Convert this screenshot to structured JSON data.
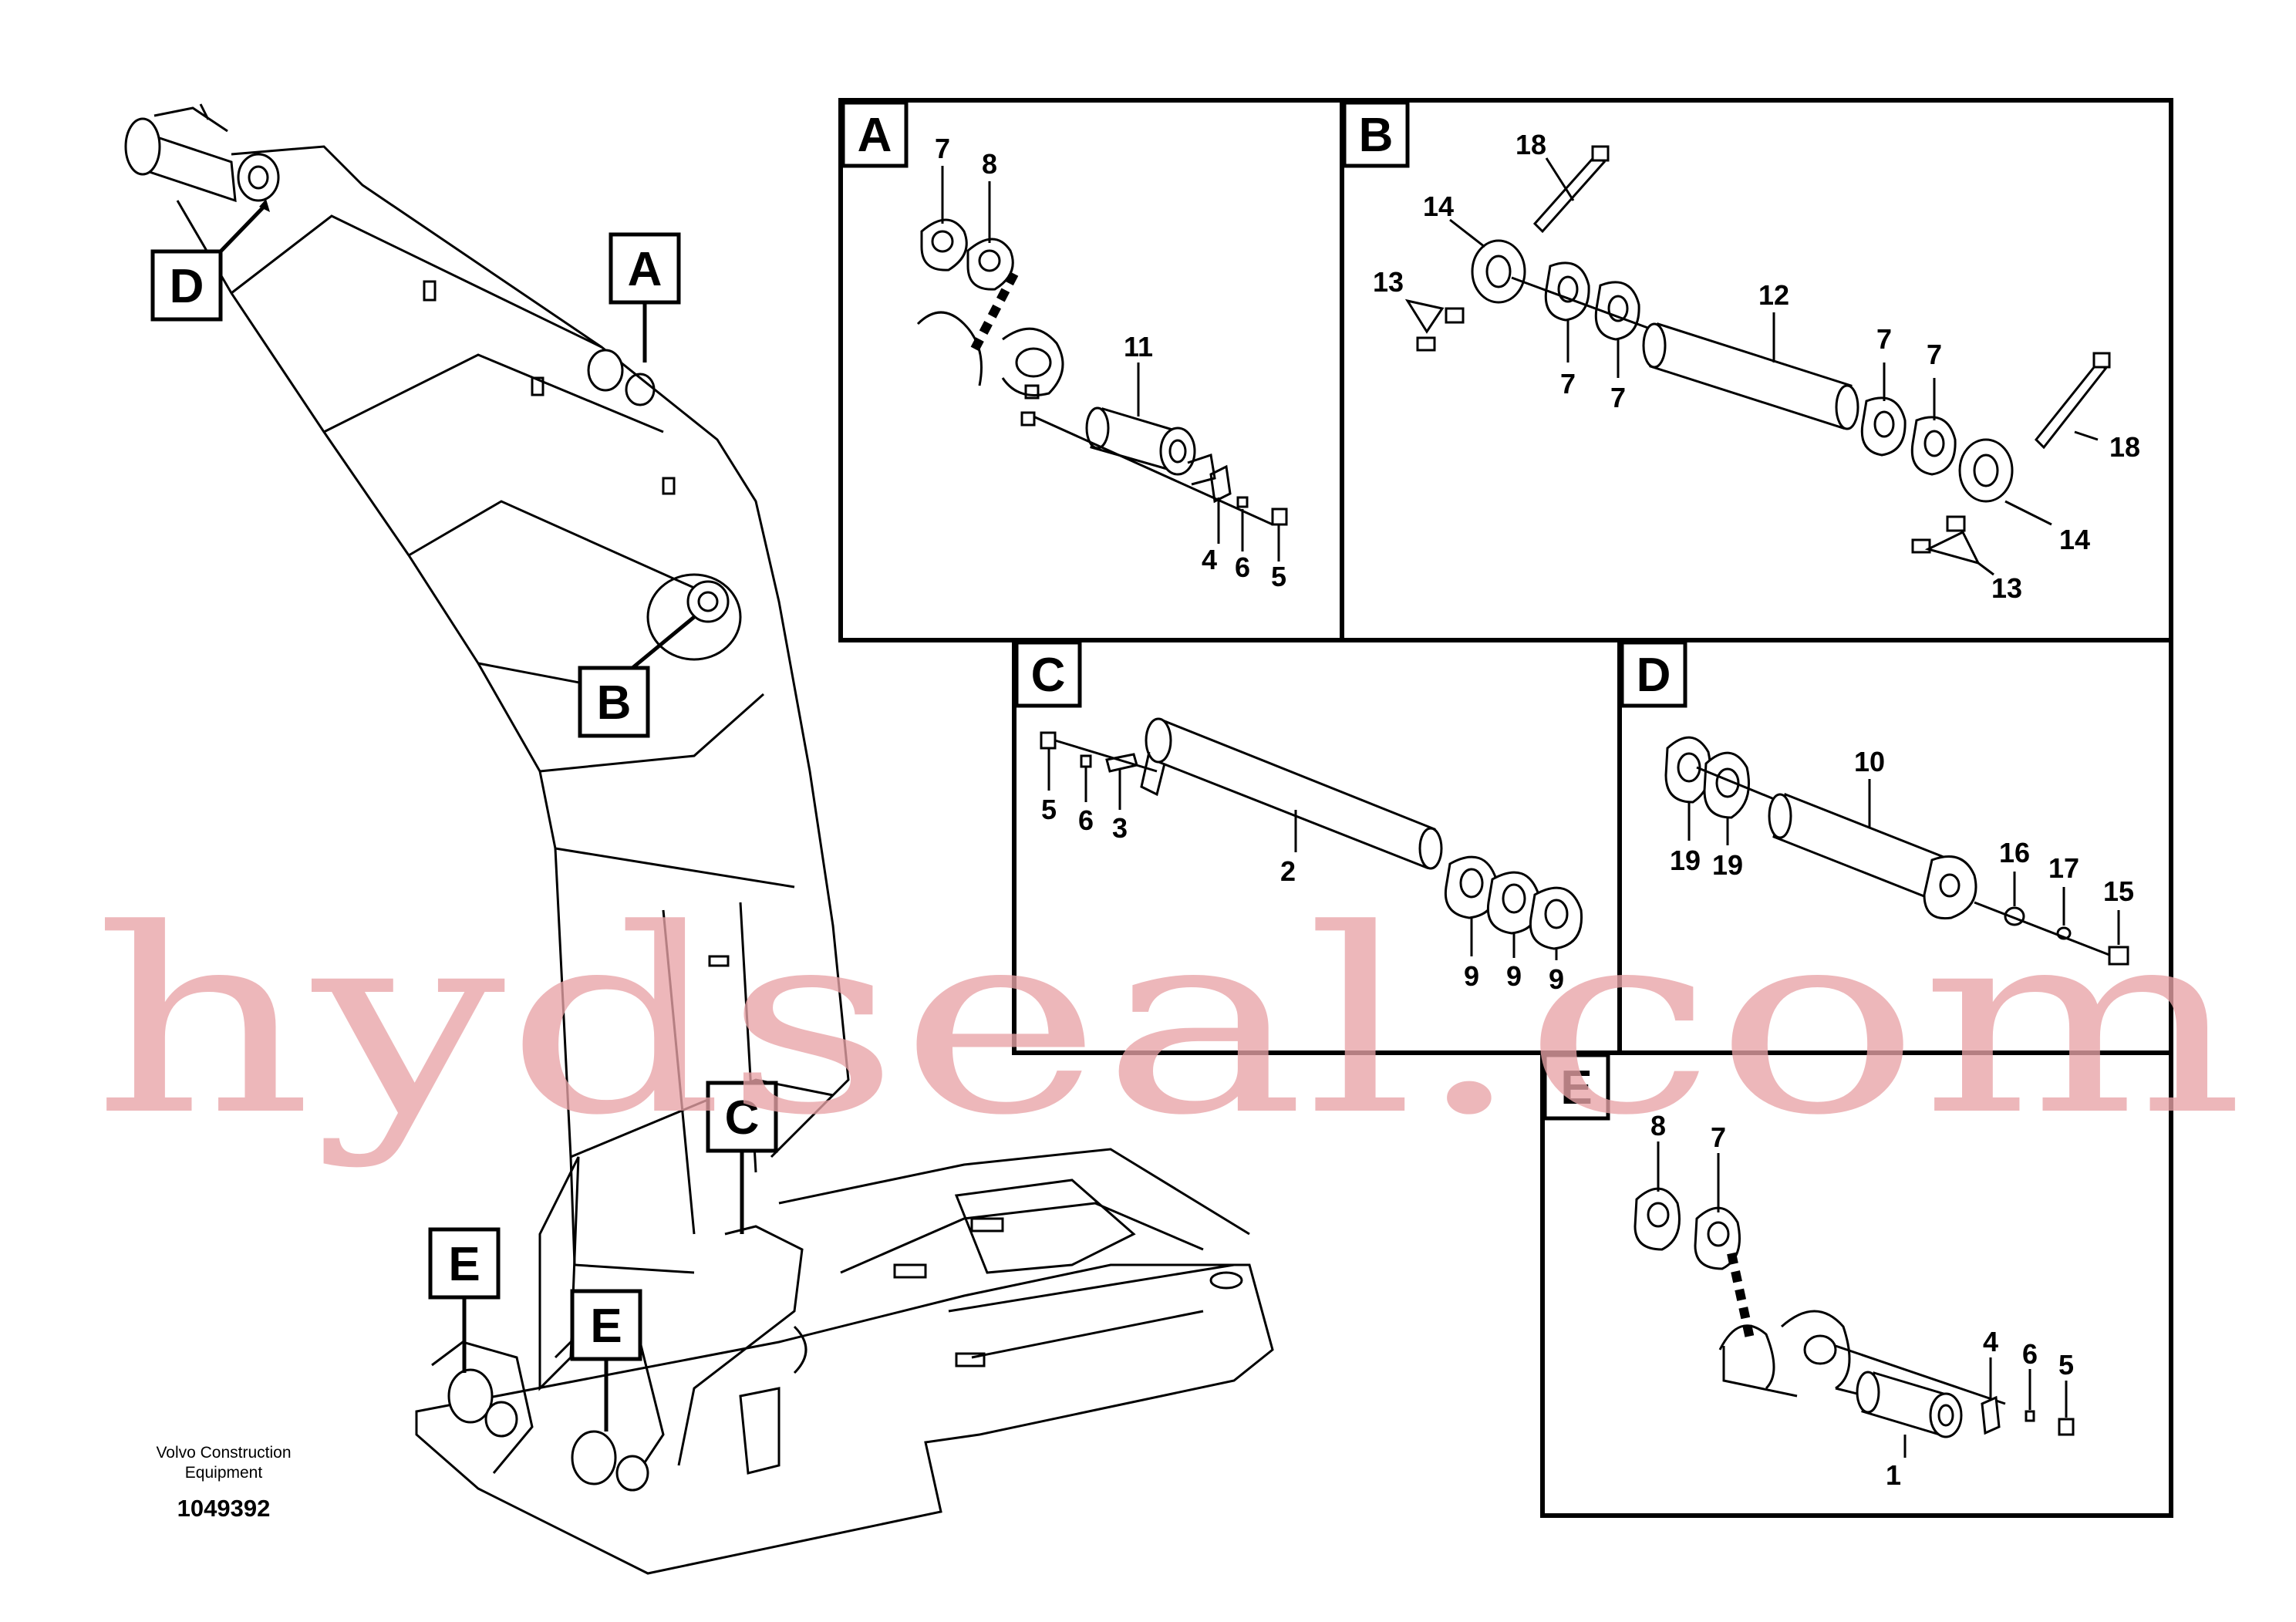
{
  "views": {
    "A": {
      "label": "A",
      "callouts": [
        "7",
        "8",
        "11",
        "4",
        "6",
        "5"
      ]
    },
    "B": {
      "label": "B",
      "callouts": [
        "18",
        "14",
        "13",
        "7",
        "7",
        "12",
        "7",
        "7",
        "18",
        "14",
        "13"
      ]
    },
    "C": {
      "label": "C",
      "callouts": [
        "5",
        "6",
        "3",
        "2",
        "9",
        "9",
        "9"
      ]
    },
    "D": {
      "label": "D",
      "callouts": [
        "10",
        "19",
        "19",
        "16",
        "17",
        "15"
      ]
    },
    "E": {
      "label": "E",
      "callouts": [
        "8",
        "7",
        "4",
        "6",
        "5",
        "1"
      ]
    }
  },
  "overview": {
    "markers": [
      "D",
      "A",
      "B",
      "C",
      "E",
      "E"
    ]
  },
  "footer": {
    "company_line1": "Volvo Construction",
    "company_line2": "Equipment",
    "drawing_number": "1049392"
  },
  "watermark": {
    "text": "hydseal.com"
  }
}
